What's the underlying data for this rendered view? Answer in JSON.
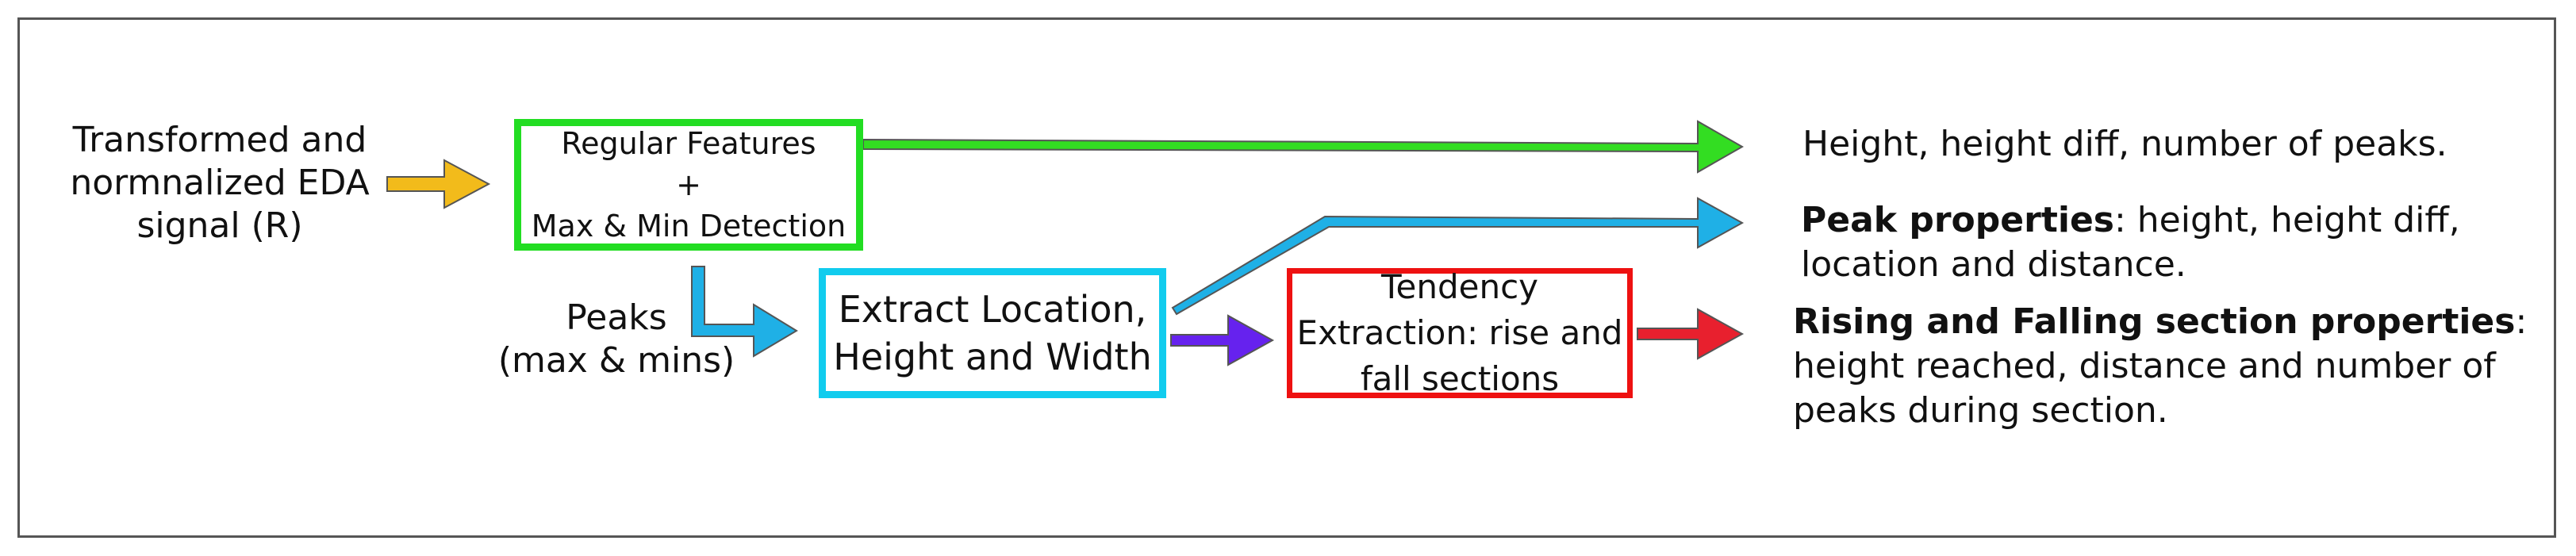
{
  "diagram": {
    "input_label": [
      "Transformed and",
      "normnalized EDA",
      "signal (R)"
    ],
    "peaks_label": [
      "Peaks",
      "(max & mins)"
    ],
    "boxes": {
      "regular": [
        "Regular Features",
        "+",
        "Max & Min Detection"
      ],
      "extract": [
        "Extract Location,",
        "Height and Width"
      ],
      "tendency": [
        "Tendency",
        "Extraction: rise and",
        "fall sections"
      ]
    },
    "outputs": {
      "regular": {
        "text": "Height, height diff, number of peaks."
      },
      "peak": {
        "bold": "Peak properties",
        "rest": ": height, height diff, location and distance."
      },
      "rise_fall": {
        "bold": "Rising and Falling section properties",
        "rest": ": height reached, distance and number of peaks during section."
      }
    },
    "colors": {
      "regular": "#22dd22",
      "extract": "#11ccee",
      "tendency": "#ee1111",
      "input_arrow": "#f2bb1b",
      "purple_arrow": "#6622ee",
      "frame": "#555555"
    }
  }
}
